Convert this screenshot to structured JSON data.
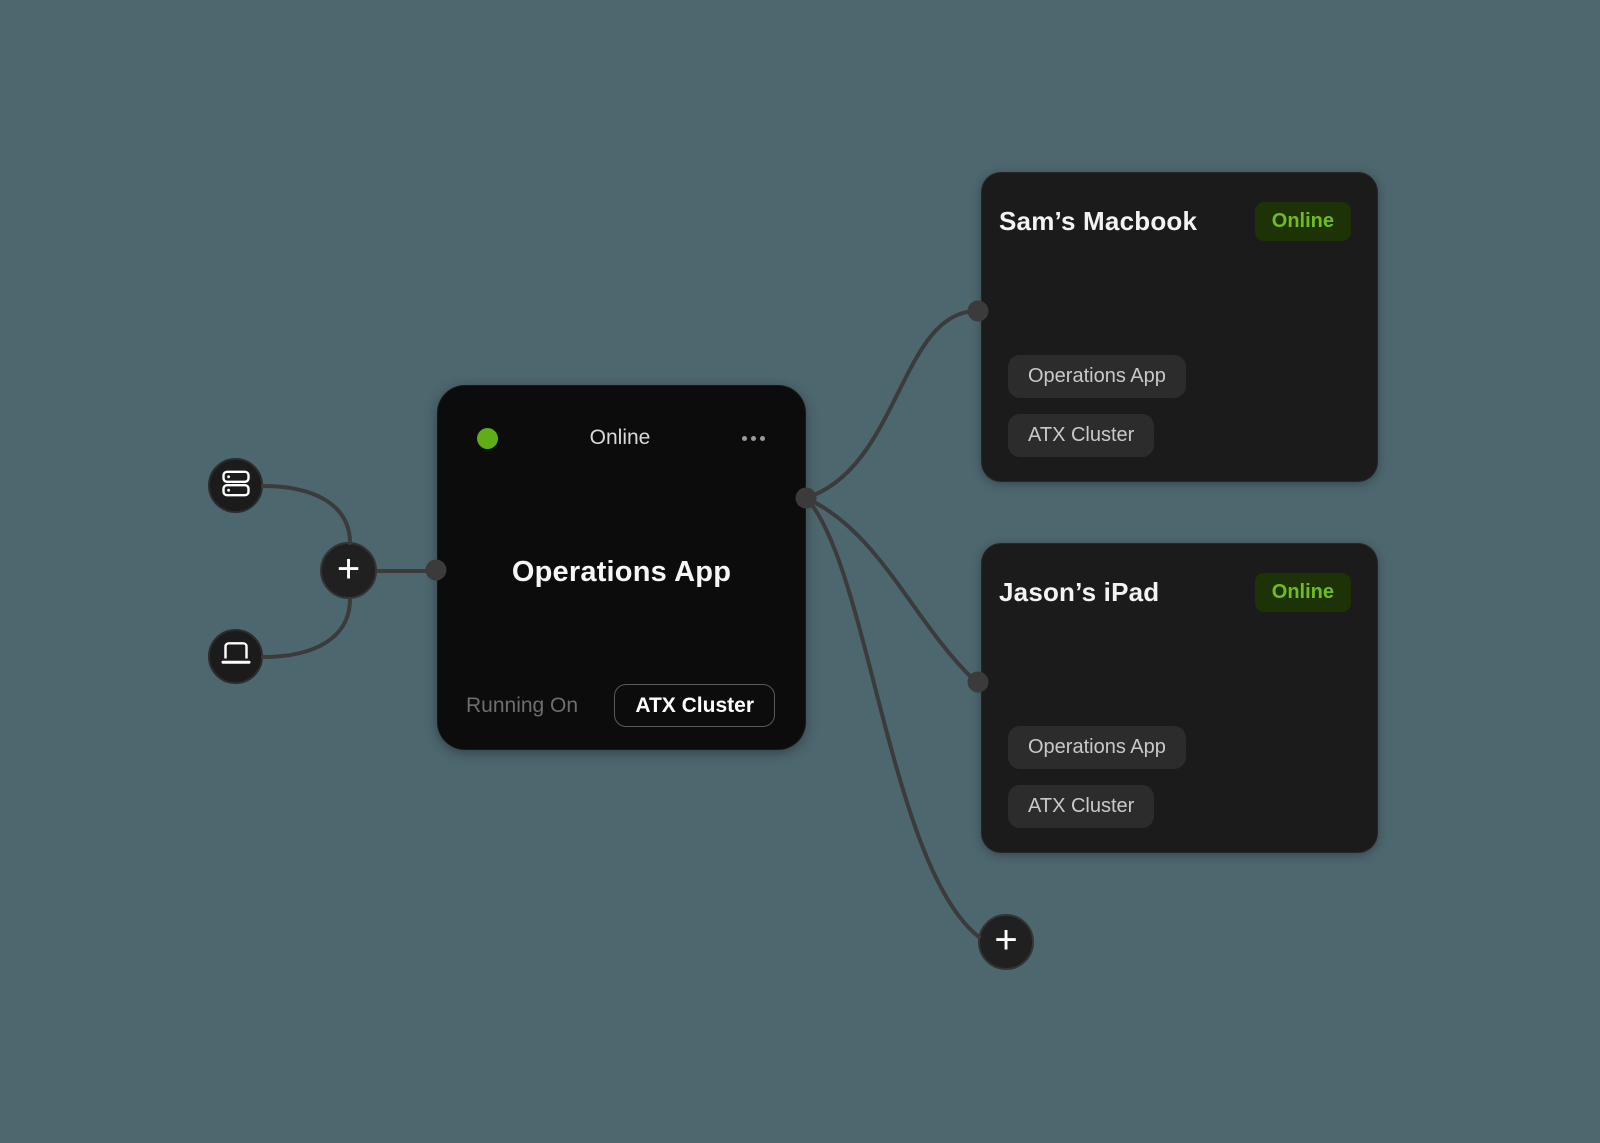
{
  "canvas": {
    "background_color": "#4D676E",
    "wire_color": "#3B3B3B",
    "status_green": "#5FAE18",
    "badge_bg_color": "#1D3305",
    "badge_text_color": "#6FBB22"
  },
  "left_palette": {
    "server_node_icon": "server-rack-icon",
    "laptop_node_icon": "laptop-icon",
    "add_button_label": "+"
  },
  "app_node": {
    "status_label": "Online",
    "menu_icon": "ellipsis-icon",
    "title": "Operations App",
    "footer_label": "Running On",
    "footer_value": "ATX Cluster"
  },
  "device_nodes": [
    {
      "title": "Sam’s Macbook",
      "status_label": "Online",
      "tags": [
        "Operations App",
        "ATX Cluster"
      ]
    },
    {
      "title": "Jason’s iPad",
      "status_label": "Online",
      "tags": [
        "Operations App",
        "ATX Cluster"
      ]
    }
  ],
  "add_connection_button_label": "+"
}
